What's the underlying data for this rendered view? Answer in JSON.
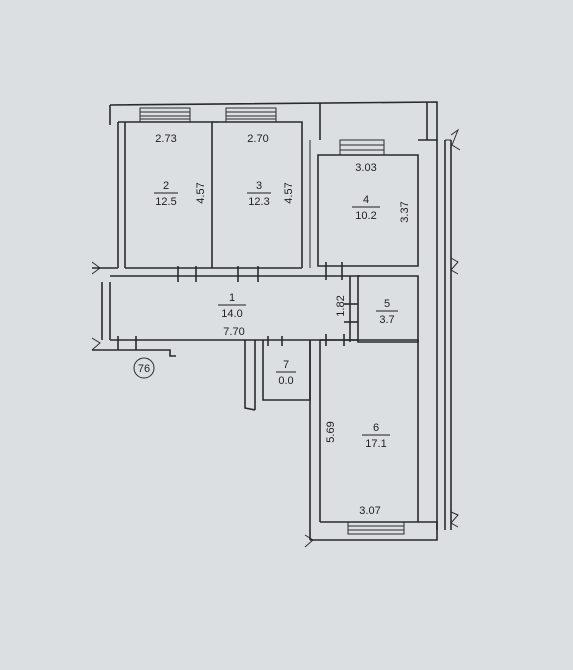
{
  "plan": {
    "rooms": [
      {
        "id": "room-2",
        "number": "2",
        "area": "12.5",
        "width_label": "2.73",
        "height_label": "4.57"
      },
      {
        "id": "room-3",
        "number": "3",
        "area": "12.3",
        "width_label": "2.70",
        "height_label": "4.57"
      },
      {
        "id": "room-4",
        "number": "4",
        "area": "10.2",
        "width_label": "3.03",
        "height_label": "3.37"
      },
      {
        "id": "room-1",
        "number": "1",
        "area": "14.0",
        "width_label": "7.70",
        "height_label": "1.82"
      },
      {
        "id": "room-5",
        "number": "5",
        "area": "3.7"
      },
      {
        "id": "room-7",
        "number": "7",
        "area": "0.0"
      },
      {
        "id": "room-6",
        "number": "6",
        "area": "17.1",
        "width_label": "3.07",
        "height_label": "5.69"
      }
    ],
    "marker": "76"
  },
  "colors": {
    "paper": "#dcdfe2",
    "ink": "#2a2a2a"
  }
}
